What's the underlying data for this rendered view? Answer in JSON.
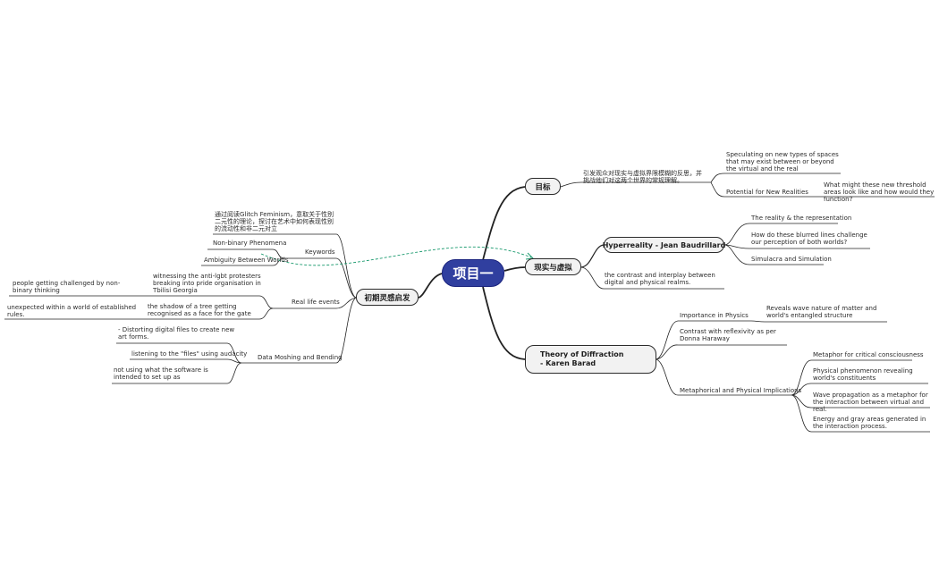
{
  "root": "项目一",
  "goal": {
    "title": "目标",
    "text": "引发观众对现实与虚拟界限模糊的反思，并挑战他们对这两个世界的常规理解。",
    "speculating": "Speculating on new types of spaces that may exist between or beyond the virtual and the real",
    "potential": "Potential for New Realities",
    "threshold": "What might these new threshold areas look like and how would they function?"
  },
  "reality": {
    "title": "现实与虚拟",
    "hyper": {
      "title": "Hyperreality - Jean Baudrillard",
      "items": [
        "The reality & the representation",
        "How do these blurred lines challenge our perception of both worlds?",
        "Simulacra and Simulation"
      ]
    },
    "contrast": "the contrast and interplay between digital and physical realms."
  },
  "diffraction": {
    "title": "Theory of Diffraction - Karen Barad",
    "importance": "Importance in Physics",
    "wave_nature": "Reveals wave nature of matter and world's entangled structure",
    "haraway": "Contrast with reflexivity as per Donna Haraway",
    "implications": "Metaphorical and Physical Implications",
    "impl_items": [
      "Metaphor for critical consciousness",
      "Physical phenomenon revealing world's constituents",
      "Wave propagation as a metaphor for the interaction between virtual and real.",
      "Energy and gray areas generated in the interaction process."
    ]
  },
  "inspiration": {
    "title": "初期灵感启发",
    "reading": "通过阅读Glitch Feminism，意取关于性别二元性的理论，探讨在艺术中如何表现性别的流动性和非二元对立",
    "keywords": "Keywords",
    "nonbinary": "Non-binary Phenomena",
    "ambiguity": "Ambiguity Between Worlds",
    "real_life": "Real life events",
    "protesters": "witnessing the anti-lgbt protesters breaking into pride organisation in Tbilisi Georgia",
    "challenged": "people getting challenged by non-binary thinking",
    "tree": "the shadow of a tree getting recognised as a face for the gate",
    "unexpected": "unexpected within a world of established rules.",
    "datamosh": "Data Moshing and Bending",
    "distorting": "- Distorting digital files to create new art forms.",
    "audacity": "listening to the \"files\" using audacity",
    "software": "not using what the software is intended to set up as"
  },
  "colors": {
    "root_fill": "#303f9f",
    "node_fill": "#f2f2f2",
    "line": "#222222",
    "relation": "#1a9a6e"
  }
}
